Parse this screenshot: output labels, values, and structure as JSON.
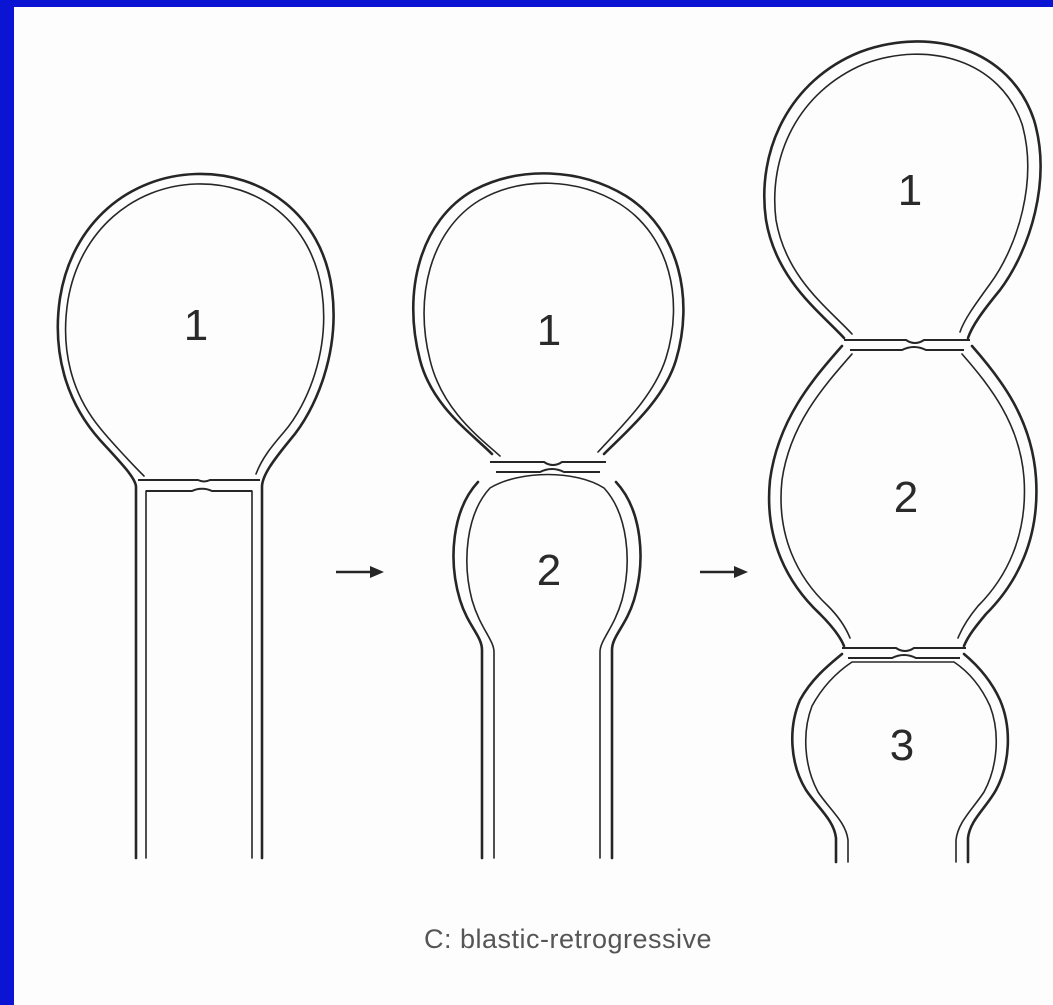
{
  "stages": [
    {
      "cells": [
        "1"
      ]
    },
    {
      "cells": [
        "1",
        "2"
      ]
    },
    {
      "cells": [
        "1",
        "2",
        "3"
      ]
    }
  ],
  "caption": "C: blastic-retrogressive",
  "colors": {
    "frame": "#0a14d2",
    "background": "#fdfdfd",
    "ink": "#262626"
  },
  "icons": [
    "arrow-right-icon",
    "arrow-right-icon"
  ]
}
